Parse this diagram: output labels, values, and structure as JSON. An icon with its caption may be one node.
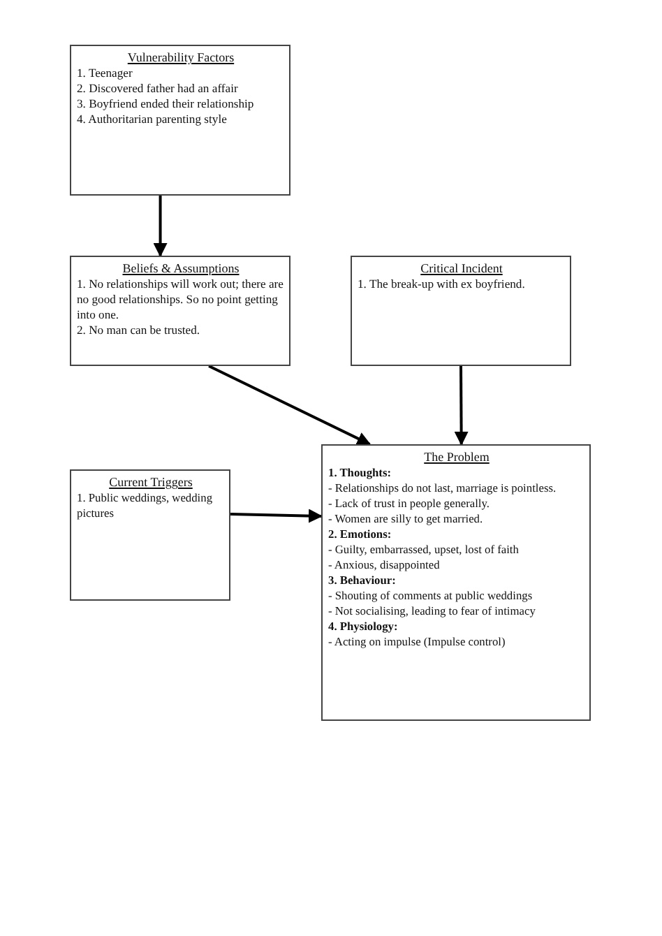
{
  "diagram": {
    "nodes": [
      {
        "text": [
          "Vulnerability Factors",
          "1. Teenager",
          "2. Discovered father had an affair",
          "3. Boyfriend ended their relationship",
          "4. Authoritarian parenting style"
        ]
      },
      {
        "text": [
          "Beliefs & Assumptions",
          "1. No relationships will work out; there are no good relationships.  So no point getting into one.",
          "2. No man can be trusted."
        ]
      },
      {
        "text": [
          "Critical Incident",
          "1. The break-up with ex boyfriend."
        ]
      },
      {
        "text": [
          "Current Triggers",
          "1. Public weddings, wedding pictures"
        ]
      },
      {
        "text": [
          "The Problem",
          "1. Thoughts:",
          "- Relationships do not last, marriage is pointless.",
          "- Lack of trust in people generally.",
          "- Women are silly to get married.",
          "2. Emotions:",
          "- Guilty, embarrassed, upset, lost of faith",
          "- Anxious, disappointed",
          "3. Behaviour:",
          "- Shouting of comments at public weddings",
          "- Not socialising, leading to fear of intimacy",
          "4. Physiology:",
          "- Acting on impulse (Impulse control)"
        ]
      }
    ],
    "edges": [
      {
        "from": 0,
        "to": 1,
        "arrow": "to"
      },
      {
        "from": 1,
        "to": 4,
        "arrow": "to"
      },
      {
        "from": 2,
        "to": 4,
        "arrow": "to"
      },
      {
        "from": 3,
        "to": 4,
        "arrow": "to"
      }
    ]
  }
}
